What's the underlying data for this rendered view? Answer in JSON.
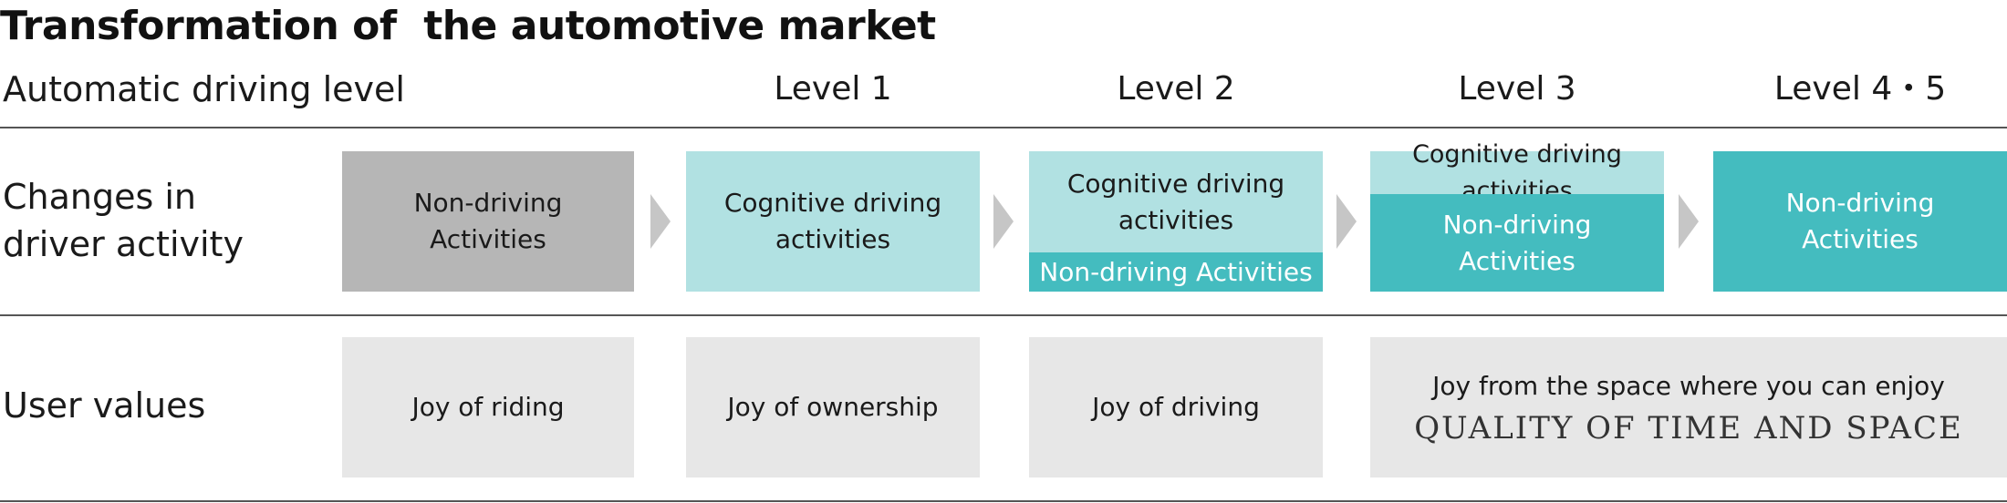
{
  "title": "Transformation of  the automotive market",
  "rows": {
    "automatic_driving_level": "Automatic driving level",
    "changes_in_driver_activity": [
      "Changes in",
      "driver activity"
    ],
    "user_values": "User values"
  },
  "levels": [
    "Level 1",
    "Level 2",
    "Level 3",
    "Level 4・5"
  ],
  "activity": {
    "col0": [
      "Non-driving",
      "Activities"
    ],
    "col1": [
      "Cognitive driving",
      "activities"
    ],
    "col2_top": [
      "Cognitive driving",
      "activities"
    ],
    "col2_bottom": "Non-driving Activities",
    "col3_top": "Cognitive driving activities",
    "col3_bottom": [
      "Non-driving",
      "Activities"
    ],
    "col4": [
      "Non-driving",
      "Activities"
    ]
  },
  "values": {
    "col0": "Joy of riding",
    "col1": "Joy of ownership",
    "col2": "Joy of driving",
    "col34_line1": "Joy from the space where you can enjoy",
    "col34_line2": "QUALITY OF TIME AND SPACE"
  },
  "colors": {
    "gray": "#b6b6b6",
    "light_teal": "#b1e1e2",
    "teal": "#44bcbf",
    "pale_gray": "#e7e7e7",
    "chevron": "#c6c6c6"
  }
}
